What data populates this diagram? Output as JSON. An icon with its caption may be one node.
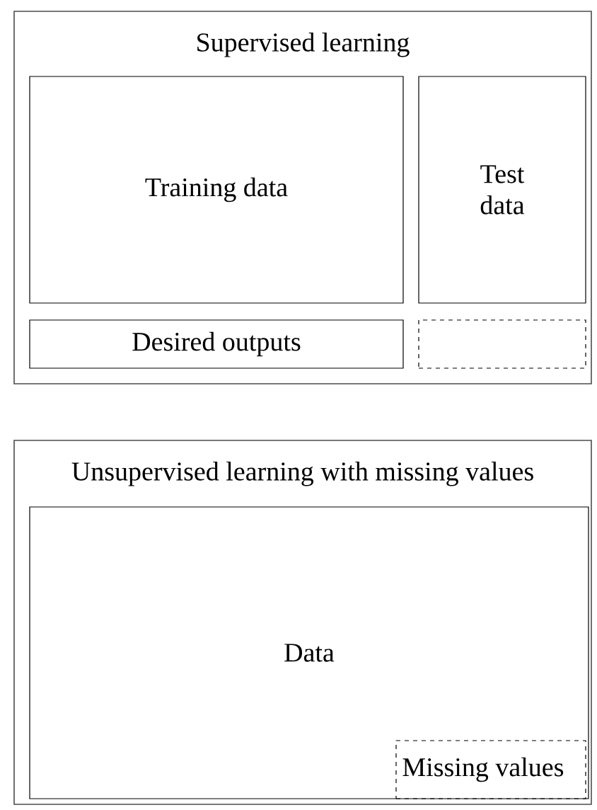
{
  "diagram": {
    "nodes": [
      {
        "text": [
          "Supervised learning"
        ]
      },
      {
        "text": [
          "Training data"
        ],
        "in": 0
      },
      {
        "text": [
          "Test data"
        ],
        "in": 0
      },
      {
        "text": [
          "Desired outputs"
        ],
        "in": 0
      },
      {
        "text": [],
        "shape": "box",
        "in": 0
      },
      {
        "text": [
          "Unsupervised learning with missing values"
        ]
      },
      {
        "text": [
          "Data"
        ],
        "in": 5
      },
      {
        "text": [
          "Missing values"
        ],
        "in": 6
      }
    ]
  }
}
